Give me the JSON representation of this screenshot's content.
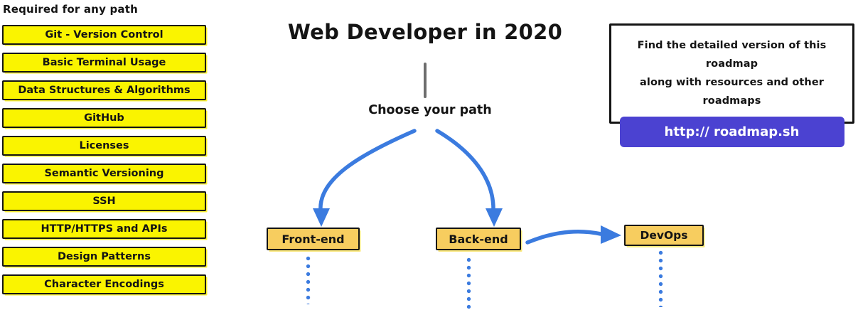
{
  "colors": {
    "yellow": "#FAF400",
    "orange": "#F7CD5F",
    "blue": "#3B7BDF",
    "purple": "#4B42D1",
    "ink": "#141414",
    "gray": "#6D6D6D"
  },
  "required_section": {
    "heading": "Required for any path",
    "items": [
      "Git - Version Control",
      "Basic Terminal Usage",
      "Data Structures & Algorithms",
      "GitHub",
      "Licenses",
      "Semantic Versioning",
      "SSH",
      "HTTP/HTTPS and APIs",
      "Design Patterns",
      "Character Encodings"
    ]
  },
  "main": {
    "title": "Web Developer in 2020",
    "choose_label": "Choose your path",
    "paths": [
      {
        "label": "Front-end"
      },
      {
        "label": "Back-end"
      },
      {
        "label": "DevOps"
      }
    ]
  },
  "info_box": {
    "line1": "Find the detailed version of this roadmap",
    "line2": "along with resources and other roadmaps",
    "button_label": "http:// roadmap.sh"
  }
}
